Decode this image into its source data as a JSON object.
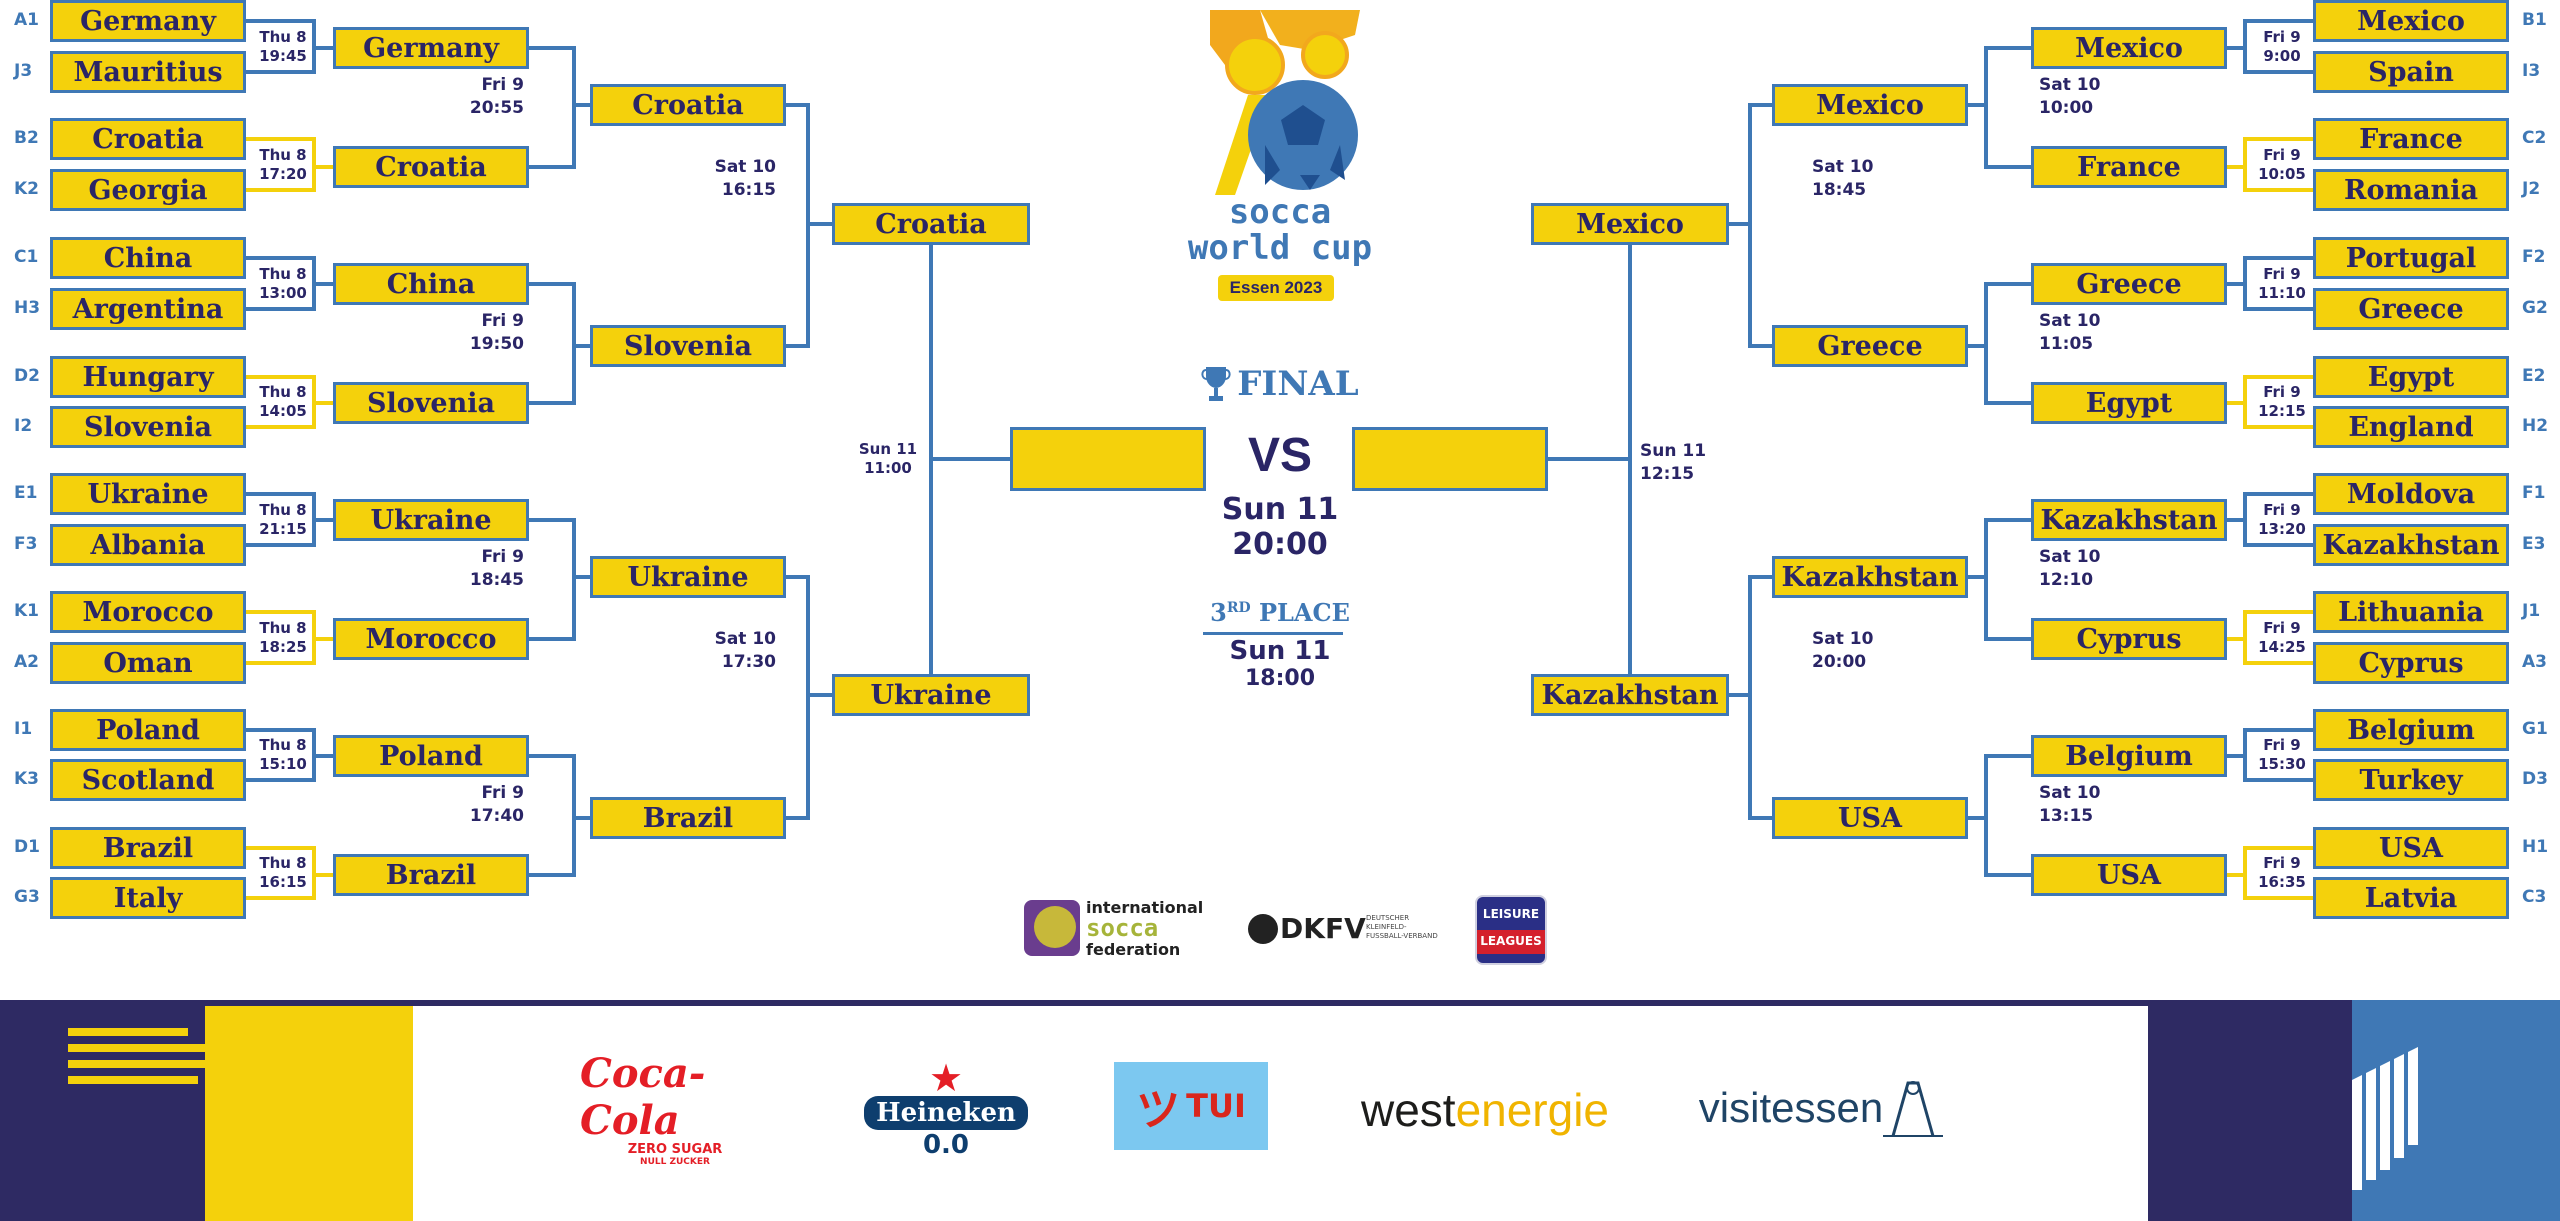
{
  "left": {
    "r32": [
      {
        "seed": "A1",
        "team": "Germany"
      },
      {
        "seed": "J3",
        "team": "Mauritius"
      },
      {
        "seed": "B2",
        "team": "Croatia"
      },
      {
        "seed": "K2",
        "team": "Georgia"
      },
      {
        "seed": "C1",
        "team": "China"
      },
      {
        "seed": "H3",
        "team": "Argentina"
      },
      {
        "seed": "D2",
        "team": "Hungary"
      },
      {
        "seed": "I2",
        "team": "Slovenia"
      },
      {
        "seed": "E1",
        "team": "Ukraine"
      },
      {
        "seed": "F3",
        "team": "Albania"
      },
      {
        "seed": "K1",
        "team": "Morocco"
      },
      {
        "seed": "A2",
        "team": "Oman"
      },
      {
        "seed": "I1",
        "team": "Poland"
      },
      {
        "seed": "K3",
        "team": "Scotland"
      },
      {
        "seed": "D1",
        "team": "Brazil"
      },
      {
        "seed": "G3",
        "team": "Italy"
      }
    ],
    "r32_times": [
      [
        "Thu 8",
        "19:45"
      ],
      [
        "Thu 8",
        "17:20"
      ],
      [
        "Thu 8",
        "13:00"
      ],
      [
        "Thu 8",
        "14:05"
      ],
      [
        "Thu 8",
        "21:15"
      ],
      [
        "Thu 8",
        "18:25"
      ],
      [
        "Thu 8",
        "15:10"
      ],
      [
        "Thu 8",
        "16:15"
      ]
    ],
    "r16": [
      "Germany",
      "Croatia",
      "China",
      "Slovenia",
      "Ukraine",
      "Morocco",
      "Poland",
      "Brazil"
    ],
    "r16_times": [
      [
        "Fri 9",
        "20:55"
      ],
      [
        "Fri 9",
        "19:50"
      ],
      [
        "Fri 9",
        "18:45"
      ],
      [
        "Fri 9",
        "17:40"
      ]
    ],
    "qf": [
      "Croatia",
      "Slovenia",
      "Ukraine",
      "Brazil"
    ],
    "qf_times": [
      [
        "Sat 10",
        "16:15"
      ],
      [
        "Sat 10",
        "17:30"
      ]
    ],
    "sf": [
      "Croatia",
      "Ukraine"
    ],
    "sf_time": [
      "Sun 11",
      "11:00"
    ]
  },
  "right": {
    "r32": [
      {
        "seed": "B1",
        "team": "Mexico"
      },
      {
        "seed": "I3",
        "team": "Spain"
      },
      {
        "seed": "C2",
        "team": "France"
      },
      {
        "seed": "J2",
        "team": "Romania"
      },
      {
        "seed": "F2",
        "team": "Portugal"
      },
      {
        "seed": "G2",
        "team": "Greece"
      },
      {
        "seed": "E2",
        "team": "Egypt"
      },
      {
        "seed": "H2",
        "team": "England"
      },
      {
        "seed": "F1",
        "team": "Moldova"
      },
      {
        "seed": "E3",
        "team": "Kazakhstan"
      },
      {
        "seed": "J1",
        "team": "Lithuania"
      },
      {
        "seed": "A3",
        "team": "Cyprus"
      },
      {
        "seed": "G1",
        "team": "Belgium"
      },
      {
        "seed": "D3",
        "team": "Turkey"
      },
      {
        "seed": "H1",
        "team": "USA"
      },
      {
        "seed": "C3",
        "team": "Latvia"
      }
    ],
    "r32_times": [
      [
        "Fri 9",
        "9:00"
      ],
      [
        "Fri 9",
        "10:05"
      ],
      [
        "Fri 9",
        "11:10"
      ],
      [
        "Fri 9",
        "12:15"
      ],
      [
        "Fri 9",
        "13:20"
      ],
      [
        "Fri 9",
        "14:25"
      ],
      [
        "Fri 9",
        "15:30"
      ],
      [
        "Fri 9",
        "16:35"
      ]
    ],
    "r16": [
      "Mexico",
      "France",
      "Greece",
      "Egypt",
      "Kazakhstan",
      "Cyprus",
      "Belgium",
      "USA"
    ],
    "r16_times": [
      [
        "Sat 10",
        "10:00"
      ],
      [
        "Sat 10",
        "11:05"
      ],
      [
        "Sat 10",
        "12:10"
      ],
      [
        "Sat 10",
        "13:15"
      ]
    ],
    "qf": [
      "Mexico",
      "Greece",
      "Kazakhstan",
      "USA"
    ],
    "qf_times": [
      [
        "Sat 10",
        "18:45"
      ],
      [
        "Sat 10",
        "20:00"
      ]
    ],
    "sf": [
      "Mexico",
      "Kazakhstan"
    ],
    "sf_time": [
      "Sun 11",
      "12:15"
    ]
  },
  "logo": {
    "line1": "socca",
    "line2": "world cup",
    "badge": "Essen 2023"
  },
  "final": {
    "label": "FINAL",
    "vs": "VS",
    "day": "Sun 11",
    "time": "20:00"
  },
  "third": {
    "label_prefix": "3",
    "label_sup": "RD",
    "label_rest": " PLACE",
    "day": "Sun 11",
    "time": "18:00"
  },
  "partners": [
    {
      "name": "international socca federation",
      "l1": "international",
      "l2": "socca",
      "l3": "federation"
    },
    {
      "name": "DKFV",
      "sub": "DEUTSCHER KLEINFELD-FUSSBALL-VERBAND"
    },
    {
      "name": "LEISURE LEAGUES",
      "l1": "LEISURE",
      "l2": "LEAGUES"
    }
  ],
  "sponsors": {
    "coca": "Coca-Cola",
    "coca_sub": "ZERO SUGAR",
    "coca_sub2": "NULL ZUCKER",
    "heineken": "Heineken",
    "heineken_sub": "0.0",
    "tui": "TUI",
    "west1": "west",
    "west2": "energie",
    "visit": "visitessen"
  },
  "colors": {
    "yellow": "#f4d10c",
    "blue": "#3f78b5",
    "navy": "#2a2566",
    "dark": "#2e2a63"
  }
}
